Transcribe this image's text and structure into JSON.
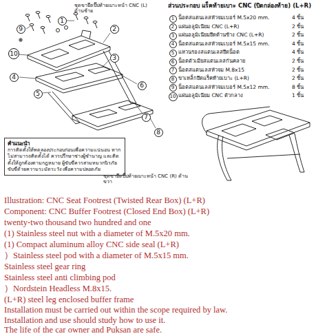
{
  "diagram": {
    "nodes": [
      {
        "text": [
          "9"
        ]
      },
      {
        "text": [
          "1"
        ]
      },
      {
        "text": [
          "2"
        ]
      },
      {
        "text": [
          "3"
        ]
      },
      {
        "text": [
          "4"
        ]
      },
      {
        "text": [
          "5"
        ]
      },
      {
        "text": [
          "6"
        ]
      },
      {
        "text": [
          "7"
        ]
      },
      {
        "text": [
          "8"
        ]
      },
      {
        "text": [
          "10"
        ]
      },
      {
        "text": [
          "1"
        ]
      },
      {
        "text": [
          "2"
        ]
      },
      {
        "text": [
          "3"
        ]
      },
      {
        "text": [
          "4"
        ]
      },
      {
        "text": [
          "5"
        ]
      },
      {
        "text": [
          "6"
        ]
      },
      {
        "text": [
          "7"
        ]
      },
      {
        "text": [
          "8"
        ]
      },
      {
        "text": [
          "9"
        ]
      },
      {
        "text": [
          "10"
        ]
      },
      {
        "text": [
          "คำแนะนำ",
          "การติดตั้งให้ทดลองประกอบก่อนเพื่อความแน่นอน หากไม่สามารถติดตั้งได้ ควรปรึกษาช่างผู้ชำนาญ และติดตั้งให้ถูกต้องตามกฎหมาย ผู้ขับขี่ควรสวมหมวกนิรภัย ขับขี่ด้วยความระมัดระวัง เพื่อความปลอดภัย"
        ]
      }
    ],
    "labels": [
      "ชุดขายึดปิ๊ปท้ายเบาะหน้า CNC (L) ด้านซ้าย",
      "ส่วนประกอบ แร็คท้ายเบาะ CNC (ปิดกล่องท้าย) (L+R)",
      "น็อตสแตนเลสหัวจมเบอร์ M.5x20 mm.",
      "แผ่นอลูมิเนียม CNC (L+R)",
      "แผ่นอลูมิเนียมยึดด้านข้าง CNC (L+R)",
      "น็อตสแตนเลสหัวจมเบอร์ M.5x15 mm.",
      "แหวนรองสแตนเลสยึดน็อต",
      "น็อตตัวเมียสแตนเลสกันคลาย",
      "น็อตสแตนเลสหัวจม M.8x15",
      "ขาเหล็กยึดแร็คท้ายเบาะ (L+R)",
      "น็อตสแตนเลสหัวจมเบอร์ M.5x12 mm.",
      "แผ่นอลูมิเนียม CNC ตัวกลาง",
      "4 ชิ้น",
      "2 ชิ้น",
      "2 ชิ้น",
      "4 ชิ้น",
      "4 ชิ้น",
      "2 ชิ้น",
      "2 ชิ้น",
      "2 ชิ้น",
      "8 ชิ้น",
      "1 ชิ้น",
      "ชุดขายึดปิ๊ปท้ายเบาะหน้า CNC (R) ด้านขวา",
      "Illustration: CNC Seat Footrest (Twisted Rear Box) (L+R)",
      "Component: CNC Buffer Footrest (Closed End Box) (L+R)",
      "twenty-two thousand two hundred and one",
      "(1) Stainless steel nut with a diameter of M.5x20 mm.",
      "(1) Compact aluminum alloy CNC side seal (L+R)",
      "）Stainless steel pod with a diameter of M.5x15 mm.",
      "Stainless steel gear ring",
      "Stainless steel anti climbing pod",
      "）Nordstein Headless M.8x15.",
      "(L+R) steel leg enclosed buffer frame",
      "Installation must be carried out within the scope required by law.",
      "Installation and use should study how to use it.",
      "The life of the car owner and Puksan are safe."
    ]
  }
}
